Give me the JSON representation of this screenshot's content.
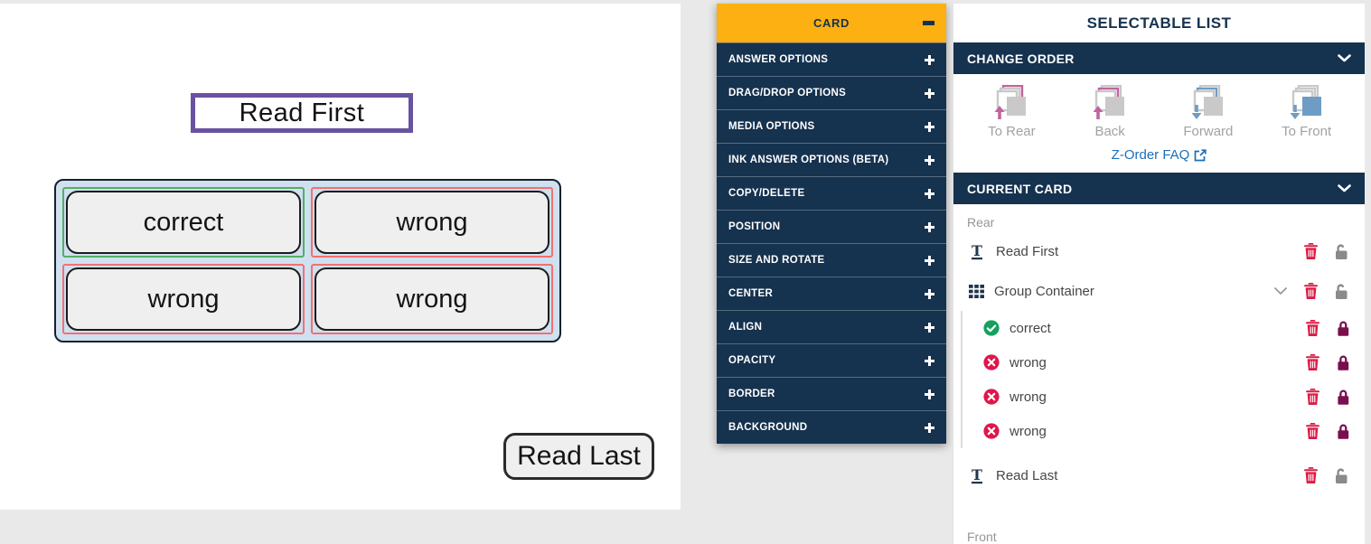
{
  "canvas": {
    "read_first_label": "Read First",
    "read_last_label": "Read Last",
    "answers": [
      {
        "label": "correct",
        "type": "correct"
      },
      {
        "label": "wrong",
        "type": "wrong"
      },
      {
        "label": "wrong",
        "type": "wrong"
      },
      {
        "label": "wrong",
        "type": "wrong"
      }
    ]
  },
  "menu": {
    "title": "CARD",
    "items": [
      "ANSWER OPTIONS",
      "DRAG/DROP OPTIONS",
      "MEDIA OPTIONS",
      "INK ANSWER OPTIONS (BETA)",
      "COPY/DELETE",
      "POSITION",
      "SIZE AND ROTATE",
      "CENTER",
      "ALIGN",
      "OPACITY",
      "BORDER",
      "BACKGROUND"
    ]
  },
  "panel": {
    "title": "SELECTABLE LIST",
    "change_order": {
      "title": "CHANGE ORDER",
      "buttons": [
        {
          "label": "To Rear"
        },
        {
          "label": "Back"
        },
        {
          "label": "Forward"
        },
        {
          "label": "To Front"
        }
      ],
      "faq_label": "Z-Order FAQ"
    },
    "current_card": {
      "title": "CURRENT CARD",
      "rear_label": "Rear",
      "front_label": "Front",
      "read_first": {
        "label": "Read First"
      },
      "group": {
        "label": "Group Container"
      },
      "children": [
        {
          "label": "correct",
          "type": "correct"
        },
        {
          "label": "wrong",
          "type": "wrong"
        },
        {
          "label": "wrong",
          "type": "wrong"
        },
        {
          "label": "wrong",
          "type": "wrong"
        }
      ],
      "read_last": {
        "label": "Read Last"
      }
    }
  },
  "colors": {
    "navy": "#15324f",
    "header_orange": "#fdb011",
    "link_blue": "#1c6fb8",
    "trash_red": "#dc1a47",
    "lock_locked": "#7a0f4e",
    "lock_unlocked": "#8a8a8a",
    "correct_green": "#16a05d",
    "wrong_red": "#e0164a",
    "arrow_pink": "#c2639e",
    "arrow_blue": "#6f9cc4",
    "text_box_purple": "#6952a1",
    "group_bg_blue": "#cfe0ef",
    "answer_outline_green": "#53ae64",
    "answer_outline_red": "#f47070",
    "answer_fill": "#efefef"
  }
}
